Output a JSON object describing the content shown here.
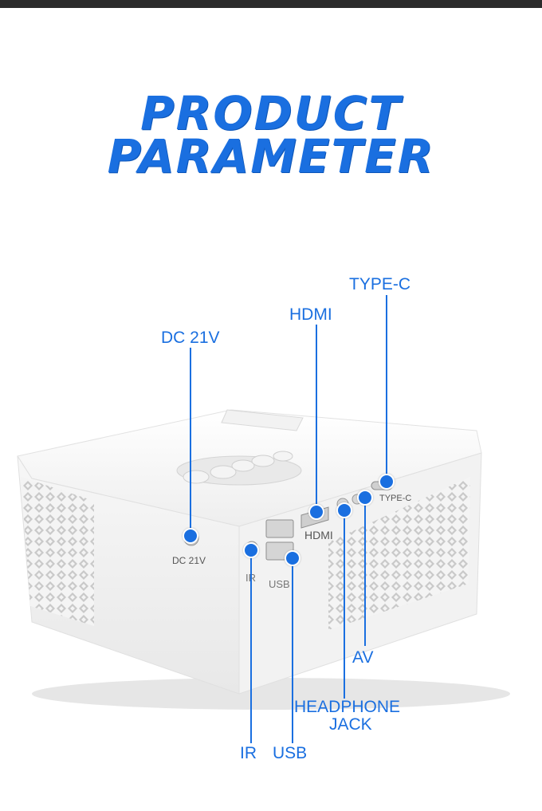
{
  "heading": {
    "line1": "PRODUCT",
    "line2": "PARAMETER"
  },
  "callouts": {
    "dc": "DC 21V",
    "hdmi": "HDMI",
    "typec": "TYPE-C",
    "av": "AV",
    "headphone1": "HEADPHONE",
    "headphone2": "JACK",
    "ir": "IR",
    "usb": "USB"
  },
  "device_markings": {
    "dc": "DC 21V",
    "hdmi": "HDMI",
    "ir": "IR",
    "usb": "USB",
    "typec": "TYPE-C"
  },
  "colors": {
    "accent": "#1a6fe0",
    "topbar": "#2b2b2b"
  }
}
